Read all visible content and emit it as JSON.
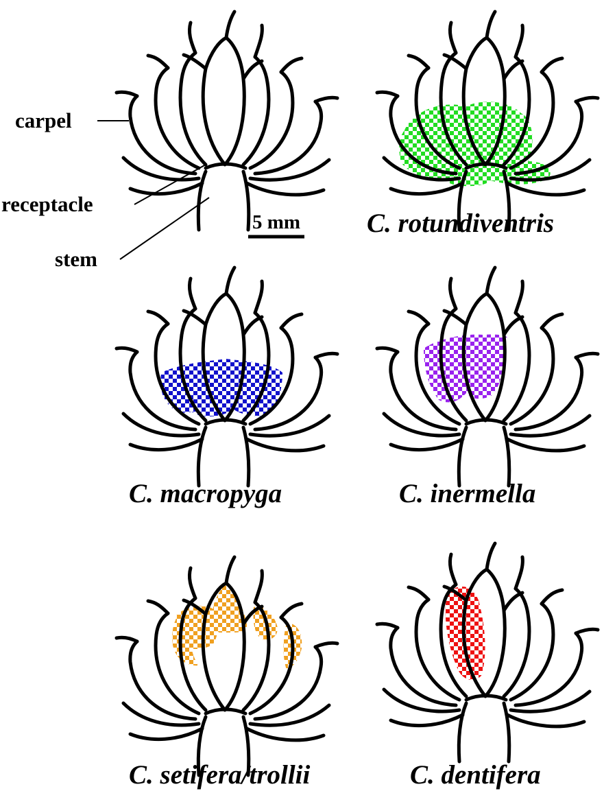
{
  "labels": {
    "carpel": "carpel",
    "receptacle": "receptacle",
    "stem": "stem",
    "scale_bar": "5 mm"
  },
  "panels": [
    {
      "species": "",
      "highlight": "none",
      "color": ""
    },
    {
      "species": "C. rotundiventris",
      "highlight": "receptacle-and-lower-carpels",
      "color": "#22dd22"
    },
    {
      "species": "C. macropyga",
      "highlight": "carpel-bases-band",
      "color": "#1111cc"
    },
    {
      "species": "C. inermella",
      "highlight": "two-inner-carpels",
      "color": "#9922ee"
    },
    {
      "species": "C. setifera/trollii",
      "highlight": "upper-carpels",
      "color": "#f0a020"
    },
    {
      "species": "C. dentifera",
      "highlight": "single-carpel",
      "color": "#ee1111"
    }
  ]
}
